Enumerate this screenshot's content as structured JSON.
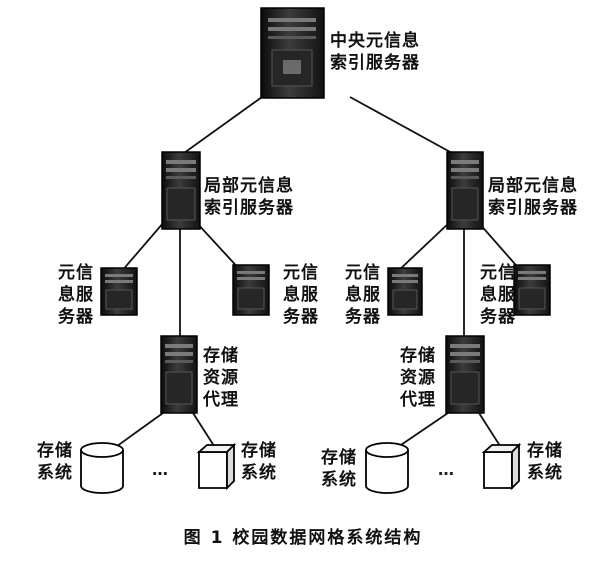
{
  "nodes": {
    "central": "中央元信息\n索引服务器",
    "local_left": "局部元信息\n索引服务器",
    "local_right": "局部元信息\n索引服务器",
    "meta_ll": "元信\n息服\n务器",
    "meta_lr": "元信\n息服\n务器",
    "meta_rl": "元信\n息服\n务器",
    "meta_rr": "元信\n息服\n务器",
    "proxy_left": "存储\n资源\n代理",
    "proxy_right": "存储\n资源\n代理",
    "storage_ll": "存储\n系统",
    "storage_lr": "存储\n系统",
    "storage_rl": "存储\n系统",
    "storage_rr": "存储\n系统"
  },
  "ellipsis": "…",
  "caption": "图 1   校园数据网格系统结构"
}
